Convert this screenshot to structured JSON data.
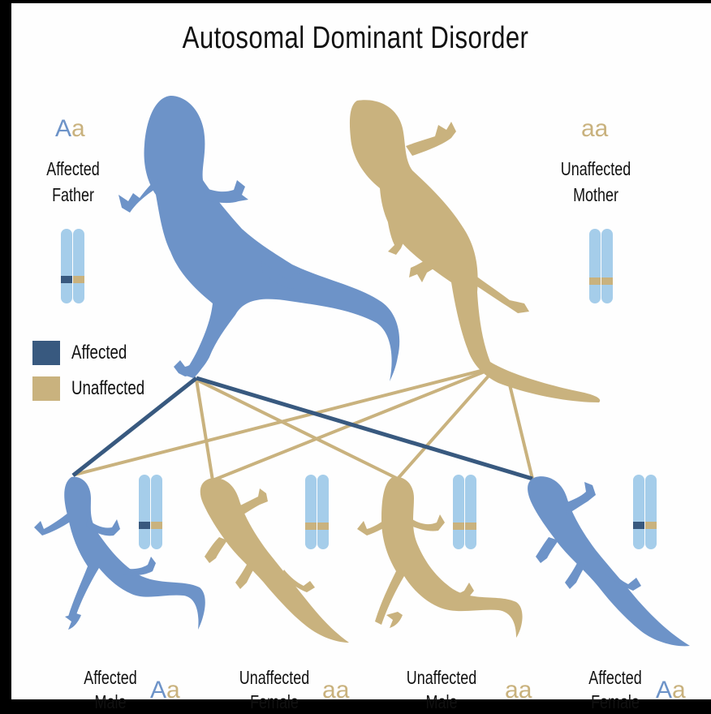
{
  "title": "Autosomal Dominant Disorder",
  "colors": {
    "affected_blue": "#6d93c8",
    "affected_dark": "#38597f",
    "unaffected_tan": "#c9b27e",
    "chromosome": "#a5cdea"
  },
  "parents": {
    "father": {
      "genotype_a": "A",
      "genotype_b": "a",
      "label_1": "Affected",
      "label_2": "Father"
    },
    "mother": {
      "genotype": "aa",
      "label_1": "Unaffected",
      "label_2": "Mother"
    }
  },
  "legend": [
    {
      "label": "Affected",
      "color": "#38597f"
    },
    {
      "label": "Unaffected",
      "color": "#c9b27e"
    }
  ],
  "offspring": [
    {
      "label_1": "Affected",
      "label_2": "Male",
      "genotype_a": "A",
      "genotype_b": "a",
      "status": "affected"
    },
    {
      "label_1": "Unaffected",
      "label_2": "Female",
      "genotype_a": "a",
      "genotype_b": "a",
      "status": "unaffected"
    },
    {
      "label_1": "Unaffected",
      "label_2": "Male",
      "genotype_a": "a",
      "genotype_b": "a",
      "status": "unaffected"
    },
    {
      "label_1": "Affected",
      "label_2": "Female",
      "genotype_a": "A",
      "genotype_b": "a",
      "status": "affected"
    }
  ]
}
